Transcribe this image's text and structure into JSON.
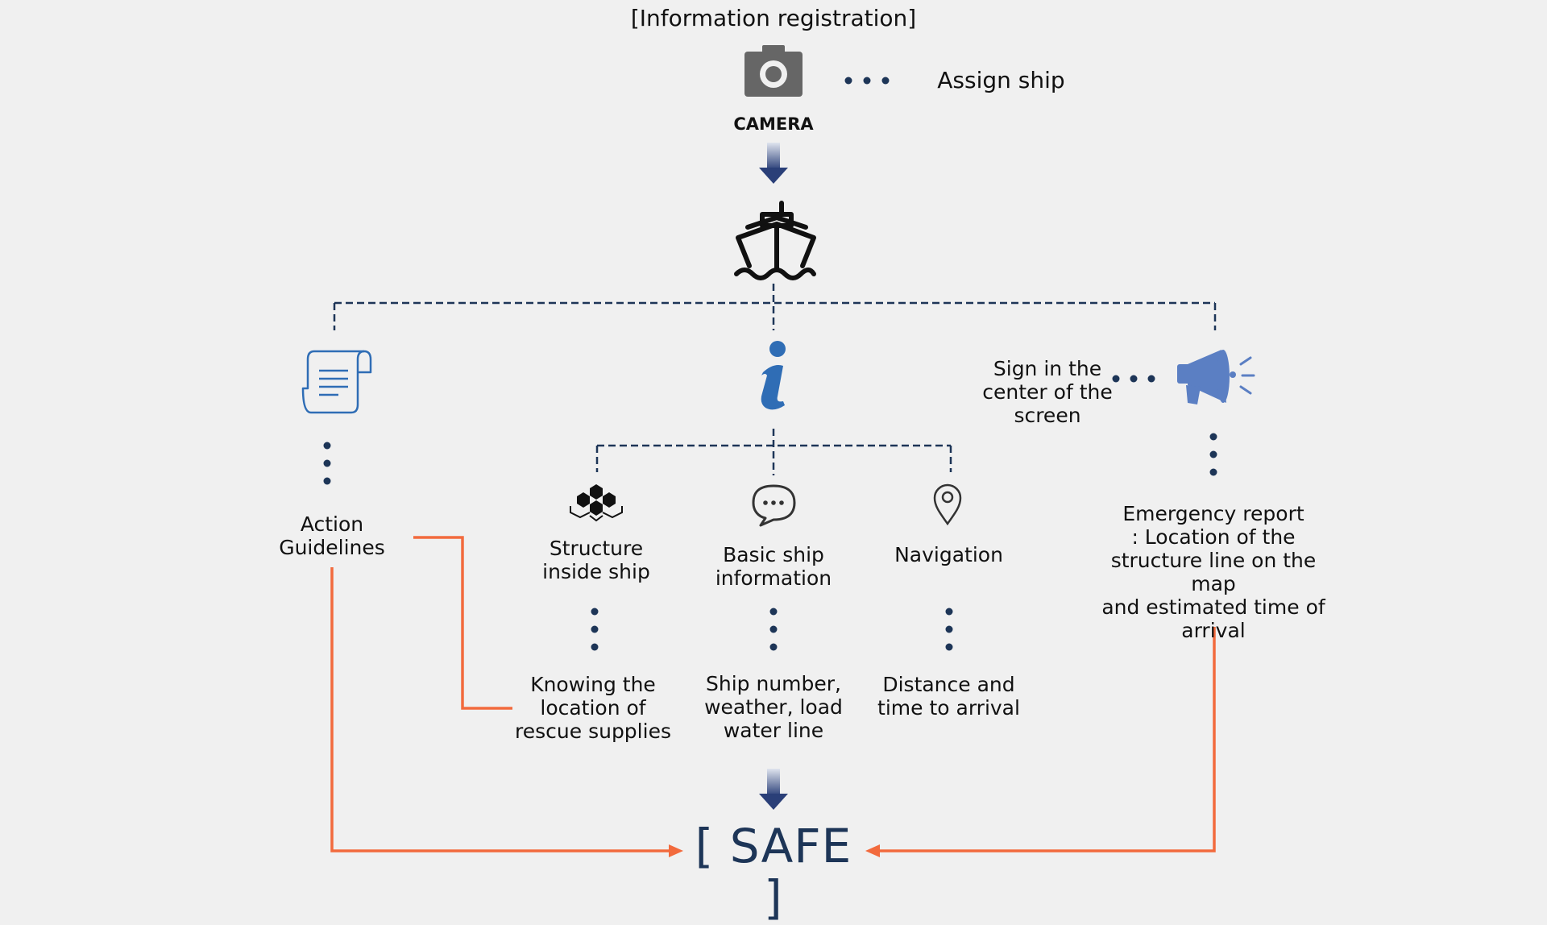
{
  "title": "[Information registration]",
  "camera": {
    "label": "CAMERA",
    "icon": "camera-icon"
  },
  "assign_ship": "Assign ship",
  "branches": {
    "guidelines": {
      "label": "Action\nGuidelines",
      "icon": "document-scroll-icon"
    },
    "info": {
      "icon": "info-icon",
      "items": [
        {
          "label": "Structure\ninside ship",
          "detail": "Knowing the\nlocation of\nrescue supplies",
          "icon": "hexagon-cluster-icon"
        },
        {
          "label": "Basic ship\ninformation",
          "detail": "Ship number,\nweather, load\nwater line",
          "icon": "chat-bubble-icon"
        },
        {
          "label": "Navigation",
          "detail": "Distance and\ntime to arrival",
          "icon": "map-pin-icon"
        }
      ]
    },
    "emergency": {
      "sign": "Sign in the\ncenter of the\nscreen",
      "report": "Emergency report\n: Location of the\nstructure line on the map\nand estimated time of\narrival",
      "icon": "megaphone-icon"
    }
  },
  "result": "[ SAFE ]",
  "colors": {
    "navy": "#1d3557",
    "orange": "#f26a3d",
    "icon_blue": "#2f6db5",
    "megaphone_blue": "#5b7fc3",
    "camera_gray": "#666666"
  }
}
